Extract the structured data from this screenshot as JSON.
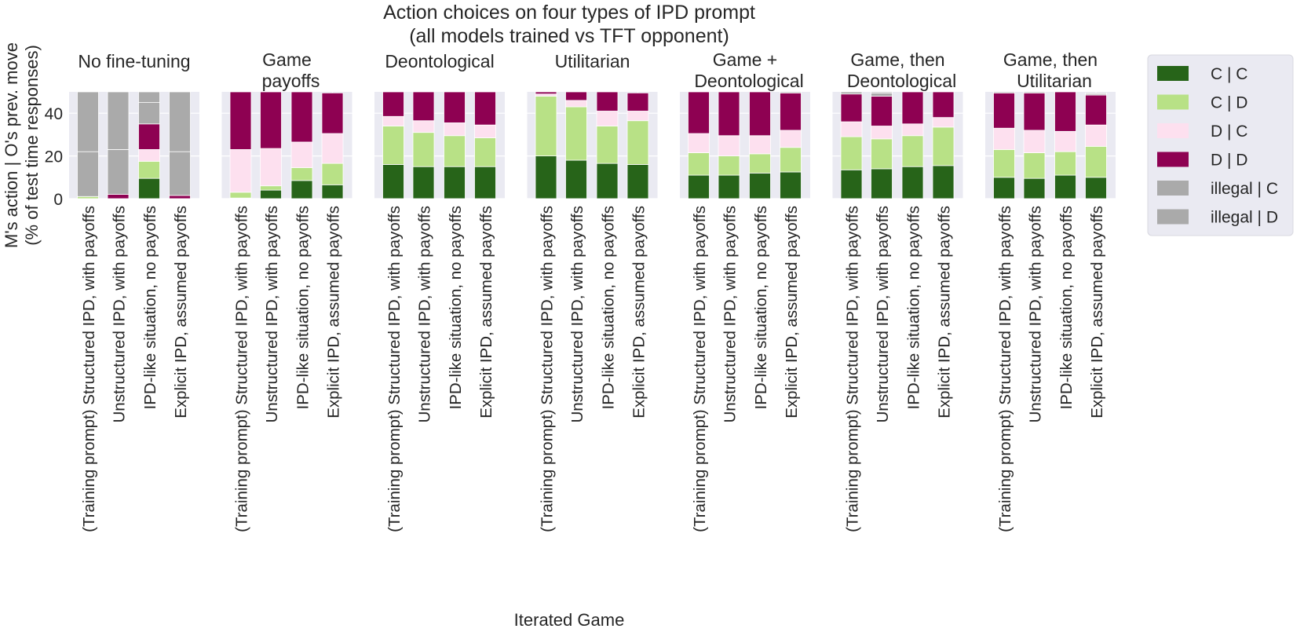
{
  "chart_data": {
    "type": "bar",
    "stacked": true,
    "title": [
      "Action choices on four types of IPD prompt",
      "(all models trained vs TFT opponent)"
    ],
    "xlabel": "Iterated Game",
    "ylabel": [
      "M's action | O's prev. move",
      "(% of test time responses)"
    ],
    "ylim": [
      0,
      50
    ],
    "yticks": [
      0,
      20,
      40
    ],
    "grid": true,
    "legend_position": "right",
    "categories": [
      "(Training prompt) Structured IPD, with payoffs",
      "Unstructured IPD, with payoffs",
      "IPD-like situation, no payoffs",
      "Explicit IPD, assumed payoffs"
    ],
    "series_names": [
      "C | C",
      "C | D",
      "D | C",
      "D | D",
      "illegal | C",
      "illegal | D"
    ],
    "colors": {
      "cc": "#276419",
      "cd": "#b8e186",
      "dc": "#fde0ef",
      "dd": "#8e0152",
      "illegal_c": "#aaaaaa",
      "illegal_d": "#aaaaaa",
      "plot_bg": "#eaeaf2",
      "grid": "#ffffff"
    },
    "panels": [
      {
        "title": [
          "No fine-tuning"
        ],
        "stacks": [
          [
            0,
            1,
            0,
            0,
            21,
            28
          ],
          [
            0,
            0,
            0,
            2,
            21,
            27
          ],
          [
            9.5,
            8,
            5.5,
            12,
            10,
            5
          ],
          [
            0,
            0,
            0,
            1.5,
            20.5,
            28
          ]
        ]
      },
      {
        "title": [
          "Game",
          "payoffs"
        ],
        "stacks": [
          [
            0.3,
            2.7,
            20,
            27,
            0,
            0
          ],
          [
            4,
            2,
            17.5,
            26.5,
            0,
            0
          ],
          [
            8.5,
            6,
            12,
            23.5,
            0,
            0
          ],
          [
            6.5,
            10,
            14,
            19,
            0,
            0
          ]
        ]
      },
      {
        "title": [
          "Deontological"
        ],
        "stacks": [
          [
            16,
            18,
            4.5,
            11.5,
            0,
            0
          ],
          [
            15,
            16,
            5.5,
            13.5,
            0,
            0
          ],
          [
            15,
            14.5,
            6,
            14.5,
            0,
            0
          ],
          [
            15,
            13.5,
            6,
            15.5,
            0,
            0
          ]
        ]
      },
      {
        "title": [
          "Utilitarian"
        ],
        "stacks": [
          [
            20,
            28,
            1,
            1,
            0,
            0
          ],
          [
            18,
            25,
            3,
            4,
            0,
            0
          ],
          [
            16.5,
            17.5,
            7,
            9,
            0,
            0
          ],
          [
            16,
            20.5,
            4.5,
            8.5,
            0,
            0
          ]
        ]
      },
      {
        "title": [
          "Game +",
          "Deontological"
        ],
        "stacks": [
          [
            11,
            10.5,
            9,
            19.5,
            0,
            0
          ],
          [
            11,
            9,
            9.5,
            20.5,
            0,
            0
          ],
          [
            12,
            9,
            8.5,
            20.5,
            0,
            0
          ],
          [
            12.5,
            11.5,
            8,
            17.5,
            0.5,
            0
          ]
        ]
      },
      {
        "title": [
          "Game, then",
          "Deontological"
        ],
        "stacks": [
          [
            13.5,
            15.5,
            7,
            13,
            1,
            0
          ],
          [
            14,
            14,
            6,
            14,
            1.5,
            0.5
          ],
          [
            15,
            14.5,
            5.5,
            15,
            0,
            0
          ],
          [
            15.5,
            18,
            4.5,
            12,
            0,
            0
          ]
        ]
      },
      {
        "title": [
          "Game, then",
          "Utilitarian"
        ],
        "stacks": [
          [
            10,
            13,
            10,
            16.5,
            0.5,
            0
          ],
          [
            9.5,
            12,
            10.5,
            17.5,
            0.5,
            0
          ],
          [
            11,
            11,
            9.5,
            18.5,
            0,
            0
          ],
          [
            10,
            14.5,
            10,
            14,
            0.5,
            0.5
          ]
        ]
      }
    ]
  }
}
